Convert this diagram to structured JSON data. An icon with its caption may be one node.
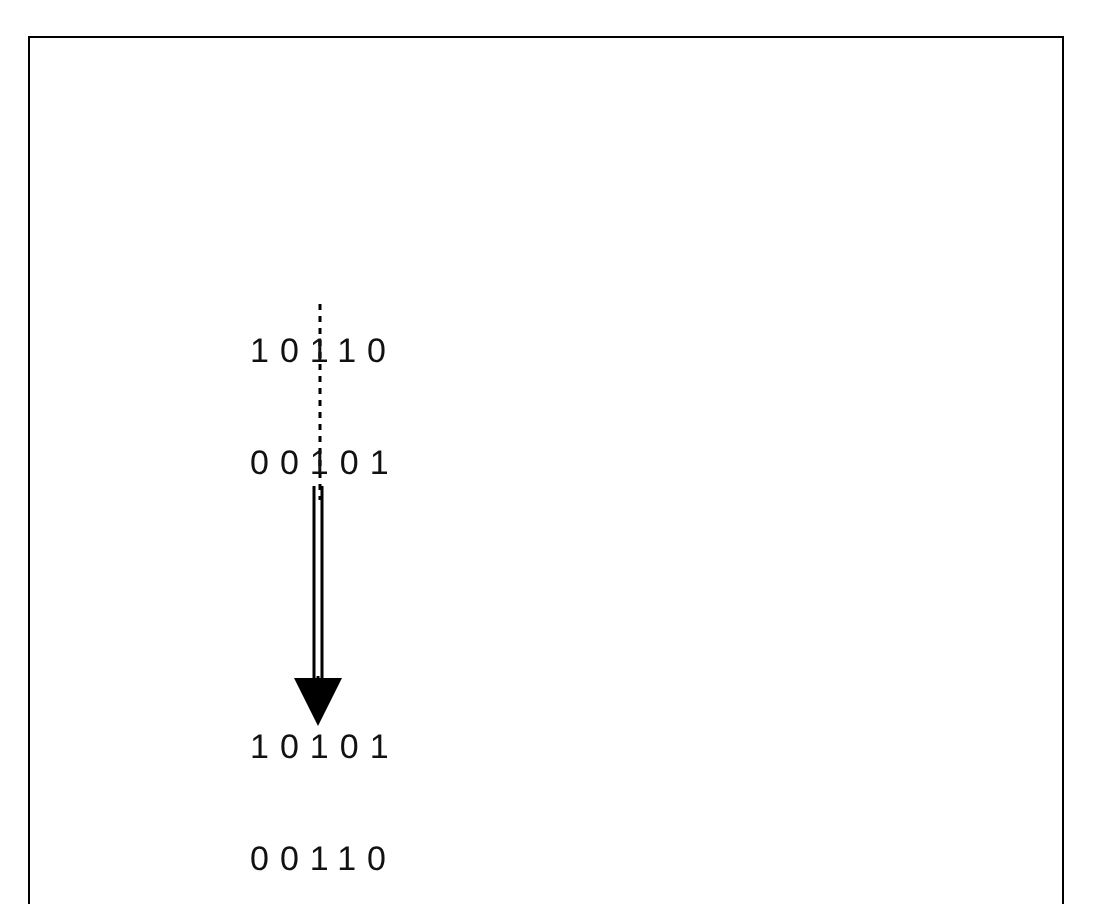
{
  "diagram": {
    "nodes": [
      {
        "text": [
          "10110"
        ]
      },
      {
        "text": [
          "00101"
        ]
      },
      {
        "text": [
          "10101"
        ]
      },
      {
        "text": [
          "00110"
        ]
      }
    ],
    "edges": [
      {
        "from": 1,
        "to": 2,
        "arrow": "to"
      }
    ]
  }
}
